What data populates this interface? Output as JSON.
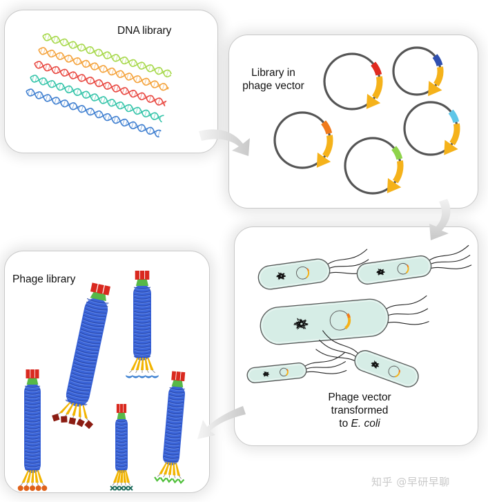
{
  "panels": {
    "dna_library": {
      "label": "DNA library"
    },
    "phage_vector": {
      "label_line1": "Library in",
      "label_line2": "phage vector"
    },
    "ecoli": {
      "label_line1": "Phage vector",
      "label_line2": "transformed",
      "label_prefix": "to ",
      "label_italic": "E. coli"
    },
    "phage_library": {
      "label": "Phage library"
    }
  },
  "watermark": "知乎 @早研早聊",
  "colors": {
    "dna_strands": [
      "#a6d84a",
      "#f4a23a",
      "#e8463f",
      "#34c4a9",
      "#3f7fd0"
    ],
    "plasmid_inserts": [
      "#e02a1f",
      "#2f4fb0",
      "#f07a1c",
      "#5ec6e8",
      "#8ed34a"
    ],
    "plasmid_arrow": "#f5b21a",
    "plasmid_ring": "#555555",
    "cell_fill": "#d6ede6",
    "phage_body": "#3a64d8",
    "phage_tip_red": "#d9291f",
    "phage_tip_green": "#57b848",
    "phage_tail": "#f2b400",
    "arrow_gray": "#d5d5d5"
  },
  "icons": [
    "curved-arrow-icon",
    "dna-helix-icon",
    "plasmid-icon",
    "bacterium-icon",
    "phage-icon"
  ]
}
